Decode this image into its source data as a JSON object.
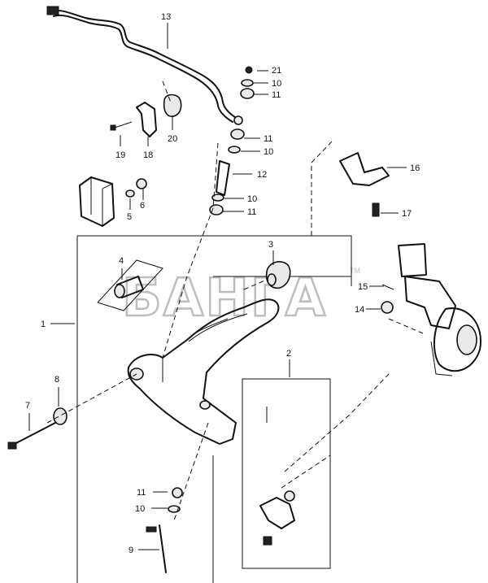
{
  "watermark": {
    "text": "БАНГА",
    "tm": "TM"
  },
  "callouts": [
    {
      "id": "c13a",
      "text": "13"
    },
    {
      "id": "c21",
      "text": "21"
    },
    {
      "id": "c10a",
      "text": "10"
    },
    {
      "id": "c11a",
      "text": "11"
    },
    {
      "id": "c20",
      "text": "20"
    },
    {
      "id": "c19",
      "text": "19"
    },
    {
      "id": "c18",
      "text": "18"
    },
    {
      "id": "c11b",
      "text": "11"
    },
    {
      "id": "c10b",
      "text": "10"
    },
    {
      "id": "c12",
      "text": "12"
    },
    {
      "id": "c16",
      "text": "16"
    },
    {
      "id": "c5",
      "text": "5"
    },
    {
      "id": "c6",
      "text": "6"
    },
    {
      "id": "c10c",
      "text": "10"
    },
    {
      "id": "c11c",
      "text": "11"
    },
    {
      "id": "c17",
      "text": "17"
    },
    {
      "id": "c3",
      "text": "3"
    },
    {
      "id": "c4",
      "text": "4"
    },
    {
      "id": "c15",
      "text": "15"
    },
    {
      "id": "c14",
      "text": "14"
    },
    {
      "id": "c1",
      "text": "1"
    },
    {
      "id": "c2",
      "text": "2"
    },
    {
      "id": "c8",
      "text": "8"
    },
    {
      "id": "c7",
      "text": "7"
    },
    {
      "id": "c11d",
      "text": "11"
    },
    {
      "id": "c10d",
      "text": "10"
    },
    {
      "id": "c9",
      "text": "9"
    }
  ]
}
